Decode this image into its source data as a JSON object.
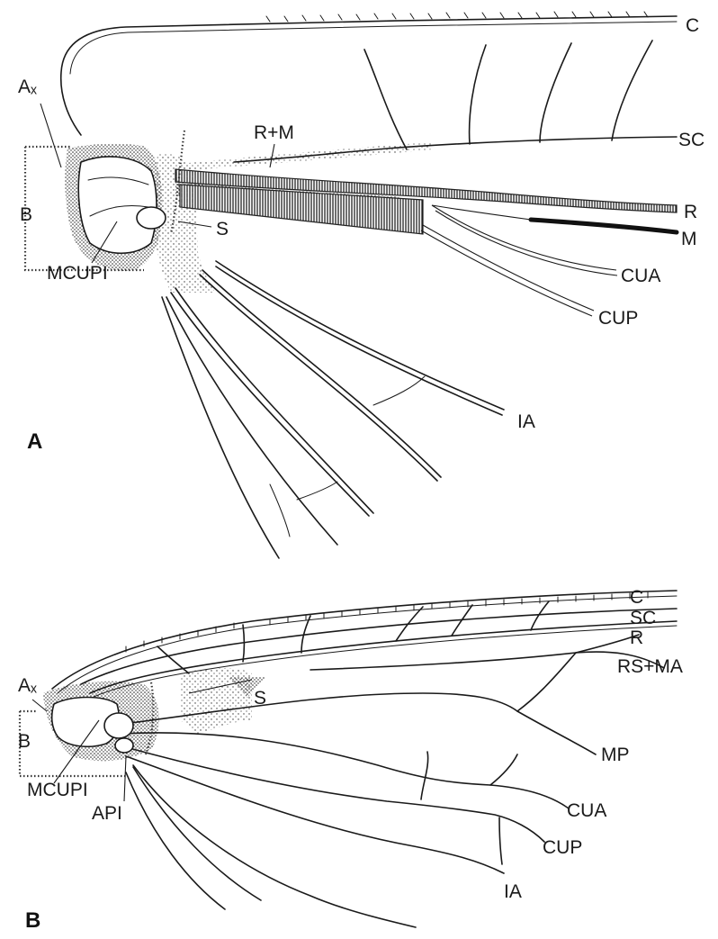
{
  "figure_a": {
    "panel_label": "A",
    "labels": {
      "c": "C",
      "sc": "SC",
      "r_plus_m": "R+M",
      "r": "R",
      "m": "M",
      "cua": "CUA",
      "cup": "CUP",
      "ia": "IA",
      "ax": "Aₓ",
      "b": "B",
      "s": "S",
      "mcupi": "MCUPI"
    }
  },
  "figure_b": {
    "panel_label": "B",
    "labels": {
      "c": "C",
      "sc": "SC",
      "r": "R",
      "rs_ma": "RS+MA",
      "mp": "MP",
      "cua": "CUA",
      "cup": "CUP",
      "ia": "IA",
      "ax": "Aₓ",
      "b": "B",
      "s": "S",
      "mcupi": "MCUPI",
      "api": "API"
    }
  }
}
